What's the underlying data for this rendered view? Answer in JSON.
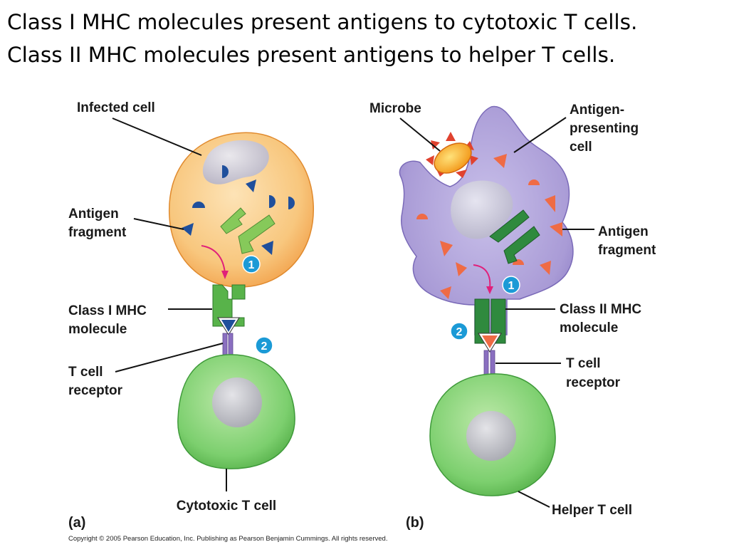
{
  "title": {
    "line1": "Class I MHC molecules present antigens to cytotoxic T cells.",
    "line2": "Class II MHC molecules present antigens to helper T cells."
  },
  "panel_a": {
    "tag": "(a)",
    "infected_cell": "Infected cell",
    "antigen_fragment_line1": "Antigen",
    "antigen_fragment_line2": "fragment",
    "mhc_line1": "Class I MHC",
    "mhc_line2": "molecule",
    "tcr_line1": "T cell",
    "tcr_line2": "receptor",
    "t_cell": "Cytotoxic T cell",
    "step1": "1",
    "step2": "2"
  },
  "panel_b": {
    "tag": "(b)",
    "microbe": "Microbe",
    "apc_line1": "Antigen-",
    "apc_line2": "presenting",
    "apc_line3": "cell",
    "antigen_fragment_line1": "Antigen",
    "antigen_fragment_line2": "fragment",
    "mhc_line1": "Class II MHC",
    "mhc_line2": "molecule",
    "tcr_line1": "T cell",
    "tcr_line2": "receptor",
    "t_cell": "Helper T cell",
    "step1": "1",
    "step2": "2"
  },
  "copyright": "Copyright © 2005 Pearson Education, Inc. Publishing as Pearson Benjamin Cummings. All rights reserved.",
  "colors": {
    "infected_cell": "#f8c77e",
    "apc": "#a99bd6",
    "t_cell": "#7ccf6e",
    "mhc": "#3a9a3a",
    "tcr": "#8a6fc0",
    "step_circle": "#1b9ad6",
    "antigen_blue": "#1f4f9c",
    "antigen_orange": "#ef6b45"
  }
}
